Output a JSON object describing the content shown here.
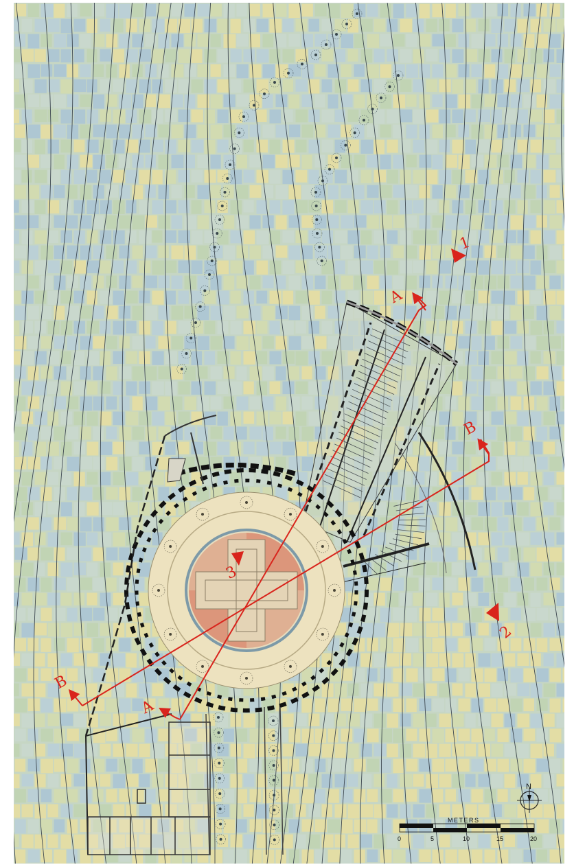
{
  "section_lines": {
    "a": {
      "label": "A",
      "color": "#d9241c"
    },
    "b": {
      "label": "B",
      "color": "#d9241c"
    }
  },
  "viewpoints": [
    {
      "id": "1",
      "label": "1"
    },
    {
      "id": "2",
      "label": "2"
    },
    {
      "id": "3",
      "label": "3"
    }
  ],
  "north_arrow": {
    "label": "N"
  },
  "scale_bar": {
    "title": "METERS",
    "ticks": [
      "0",
      "5",
      "10",
      "15",
      "20"
    ]
  },
  "colors": {
    "mosaic_blue": "#b9cfd9",
    "mosaic_green": "#bfd3b1",
    "mosaic_yellow": "#e7dea0",
    "plaza": "#ede2bf",
    "cross_red": "#d98a6f",
    "annotation_red": "#d9241c",
    "wall_black": "#111111"
  }
}
